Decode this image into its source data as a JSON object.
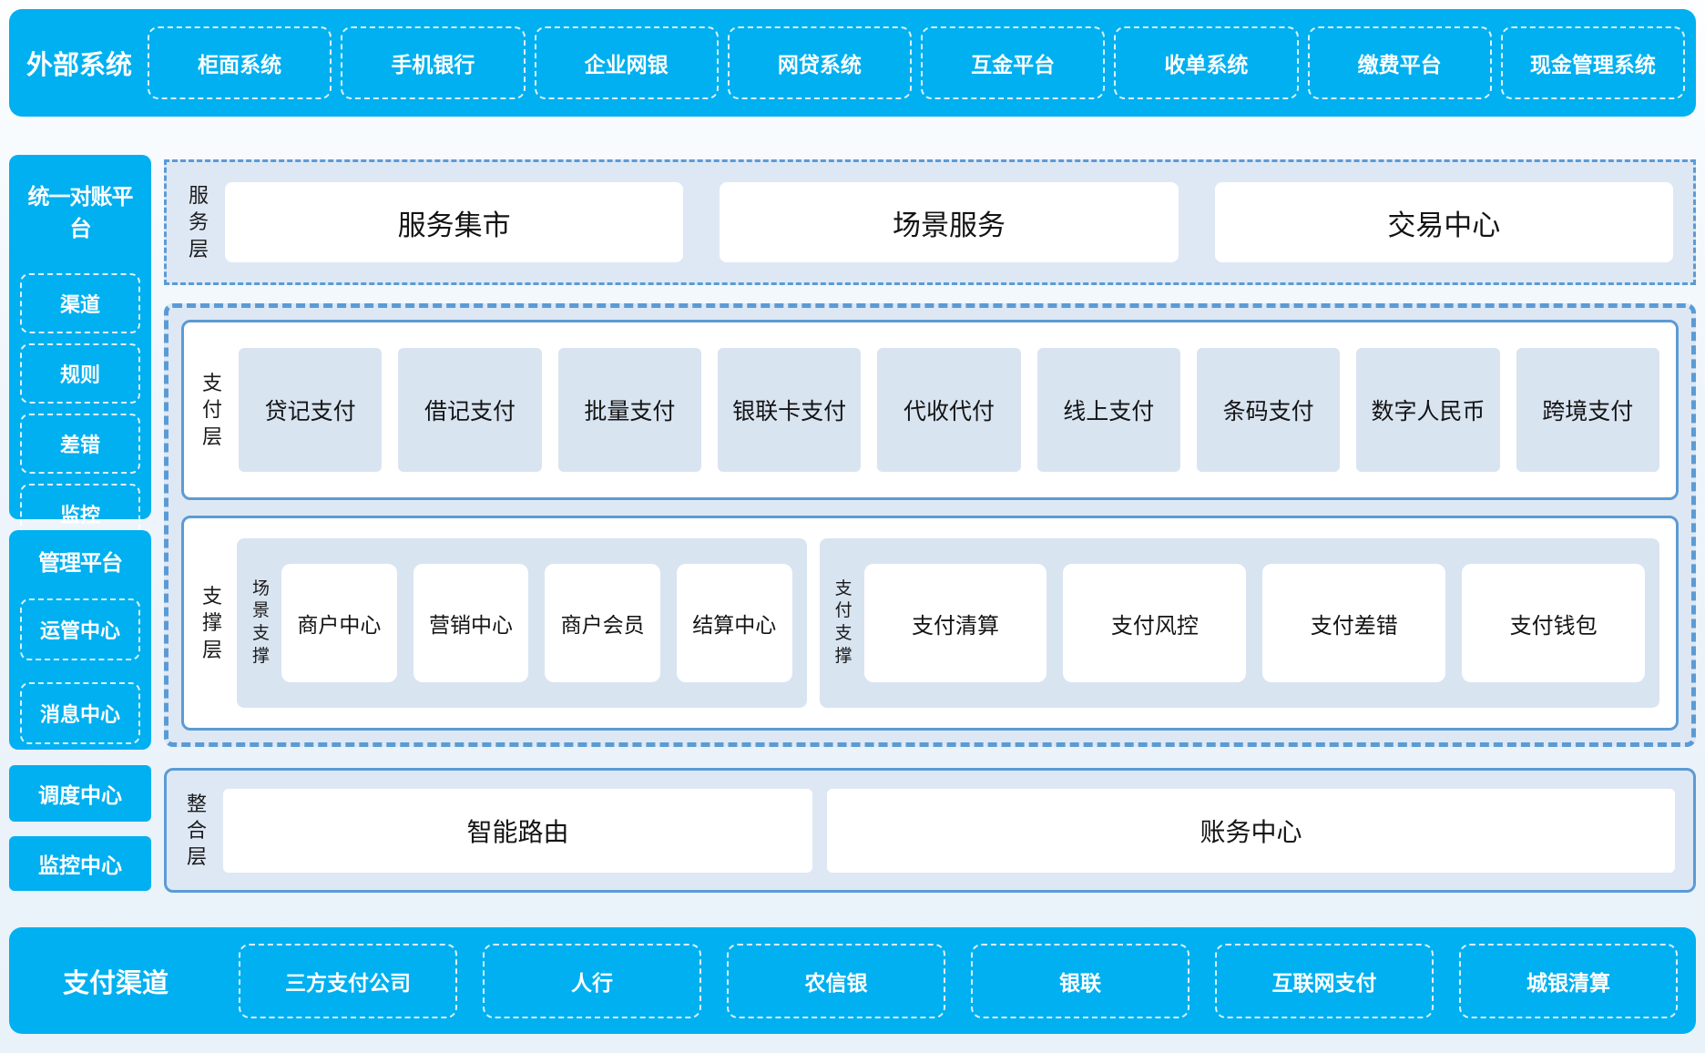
{
  "colors": {
    "accent_blue": "#00B0F0",
    "panel_blue": "#DEE8F5",
    "card_blue": "#D9E4F1",
    "border_blue": "#5B9BD5",
    "card_white": "#FFFFFF",
    "text_dark": "#141414",
    "text_white": "#FFFFFF"
  },
  "external_systems": {
    "label": "外部系统",
    "items": [
      "柜面系统",
      "手机银行",
      "企业网银",
      "网贷系统",
      "互金平台",
      "收单系统",
      "缴费平台",
      "现金管理系统"
    ]
  },
  "sidebar": {
    "reconciliation": {
      "title": "统一对账平台",
      "items": [
        "渠道",
        "规则",
        "差错",
        "监控"
      ]
    },
    "management": {
      "title": "管理平台",
      "items": [
        "运管中心",
        "消息中心"
      ]
    },
    "dispatch_center": "调度中心",
    "monitor_center": "监控中心"
  },
  "layers": {
    "service": {
      "label": "服务层",
      "cards": [
        "服务集市",
        "场景服务",
        "交易中心"
      ]
    },
    "payment": {
      "label": "支付层",
      "cards": [
        "贷记支付",
        "借记支付",
        "批量支付",
        "银联卡支付",
        "代收代付",
        "线上支付",
        "条码支付",
        "数字人民币",
        "跨境支付"
      ]
    },
    "support": {
      "label": "支撑层",
      "groups": [
        {
          "label": "场景支撑",
          "cards": [
            "商户中心",
            "营销中心",
            "商户会员",
            "结算中心"
          ]
        },
        {
          "label": "支付支撑",
          "cards": [
            "支付清算",
            "支付风控",
            "支付差错",
            "支付钱包"
          ]
        }
      ]
    },
    "integration": {
      "label": "整合层",
      "cards": [
        "智能路由",
        "账务中心"
      ]
    }
  },
  "payment_channels": {
    "label": "支付渠道",
    "items": [
      "三方支付公司",
      "人行",
      "农信银",
      "银联",
      "互联网支付",
      "城银清算"
    ]
  }
}
